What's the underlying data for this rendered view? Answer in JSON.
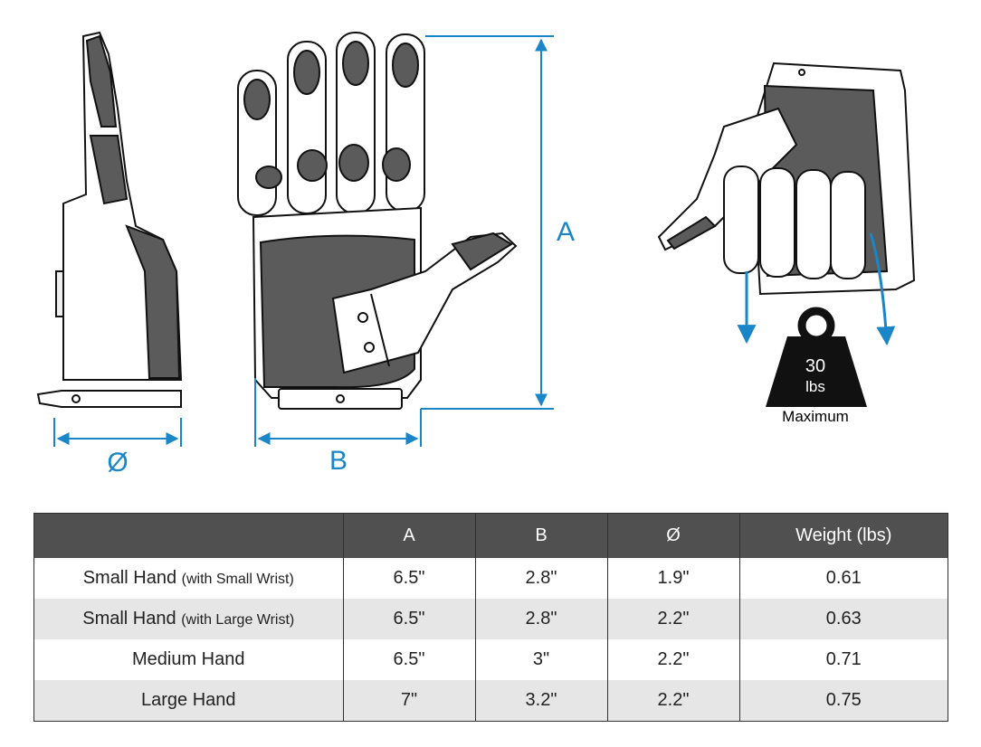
{
  "dimension_labels": {
    "a": "A",
    "b": "B",
    "diameter": "Ø"
  },
  "weight_badge": {
    "value": "30",
    "unit": "lbs",
    "caption": "Maximum"
  },
  "colors": {
    "accent": "#1a86c8",
    "header_bg": "#505050",
    "row_alt": "#e6e6e6",
    "palm_gray": "#5b5b5b"
  },
  "table": {
    "headers": [
      "",
      "A",
      "B",
      "Ø",
      "Weight (lbs)"
    ],
    "rows": [
      {
        "name": "Small Hand",
        "note": "(with Small Wrist)",
        "a": "6.5\"",
        "b": "2.8\"",
        "d": "1.9\"",
        "weight": "0.61"
      },
      {
        "name": "Small Hand",
        "note": "(with Large Wrist)",
        "a": "6.5\"",
        "b": "2.8\"",
        "d": "2.2\"",
        "weight": "0.63"
      },
      {
        "name": "Medium Hand",
        "note": "",
        "a": "6.5\"",
        "b": "3\"",
        "d": "2.2\"",
        "weight": "0.71"
      },
      {
        "name": "Large Hand",
        "note": "",
        "a": "7\"",
        "b": "3.2\"",
        "d": "2.2\"",
        "weight": "0.75"
      }
    ]
  }
}
